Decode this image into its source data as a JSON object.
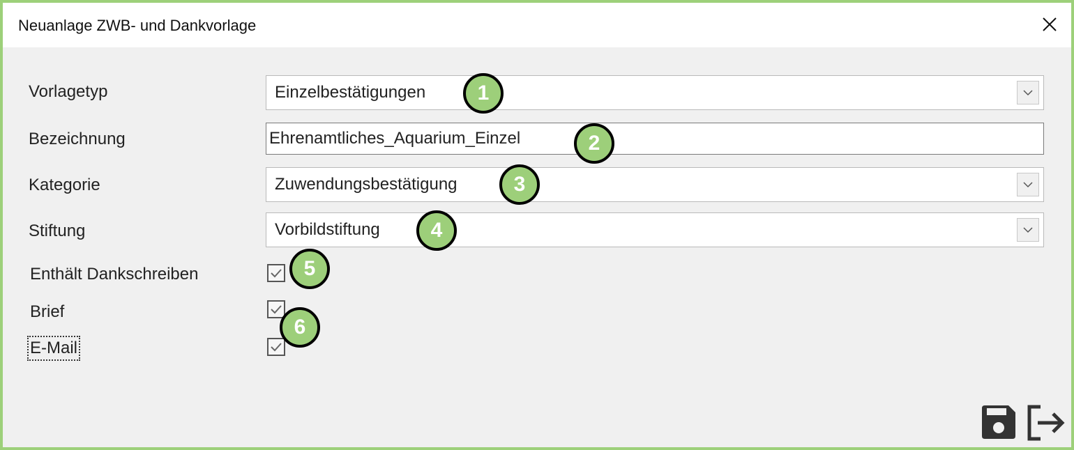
{
  "window": {
    "title": "Neuanlage ZWB- und Dankvorlage"
  },
  "form": {
    "vorlagetyp": {
      "label": "Vorlagetyp",
      "value": "Einzelbestätigungen"
    },
    "bezeichnung": {
      "label": "Bezeichnung",
      "value": "Ehrenamtliches_Aquarium_Einzel"
    },
    "kategorie": {
      "label": "Kategorie",
      "value": "Zuwendungsbestätigung"
    },
    "stiftung": {
      "label": "Stiftung",
      "value": "Vorbildstiftung"
    },
    "dankschreiben": {
      "label": "Enthält Dankschreiben",
      "checked": true
    },
    "brief": {
      "label": "Brief",
      "checked": true
    },
    "email": {
      "label": "E-Mail",
      "checked": true
    }
  },
  "callouts": [
    "1",
    "2",
    "3",
    "4",
    "5",
    "6"
  ],
  "colors": {
    "accent": "#9dd07a",
    "callout": "#9dcf7a"
  }
}
